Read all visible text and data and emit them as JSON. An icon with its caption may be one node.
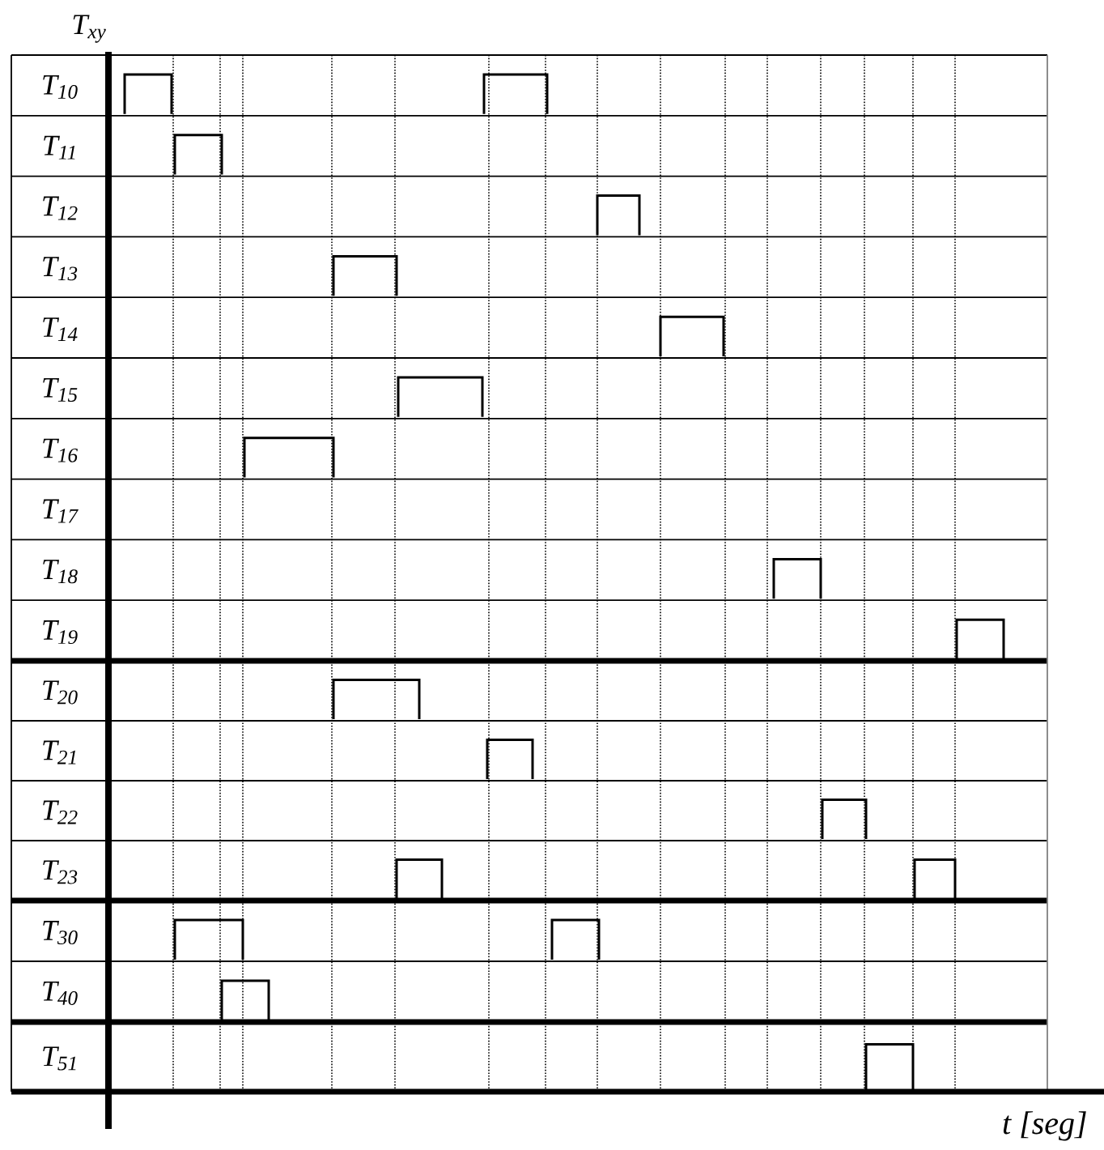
{
  "diagram": {
    "labels": [
      "T$_{xy}$",
      "T$_{10}$",
      "T$_{11}$",
      "T$_{12}$",
      "T$_{13}$",
      "T$_{14}$",
      "T$_{15}$",
      "T$_{16}$",
      "T$_{17}$",
      "T$_{18}$",
      "T$_{19}$",
      "T$_{20}$",
      "T$_{21}$",
      "T$_{22}$",
      "T$_{23}$",
      "T$_{30}$",
      "T$_{40}$",
      "T$_{51}$",
      "t [seg]"
    ]
  }
}
